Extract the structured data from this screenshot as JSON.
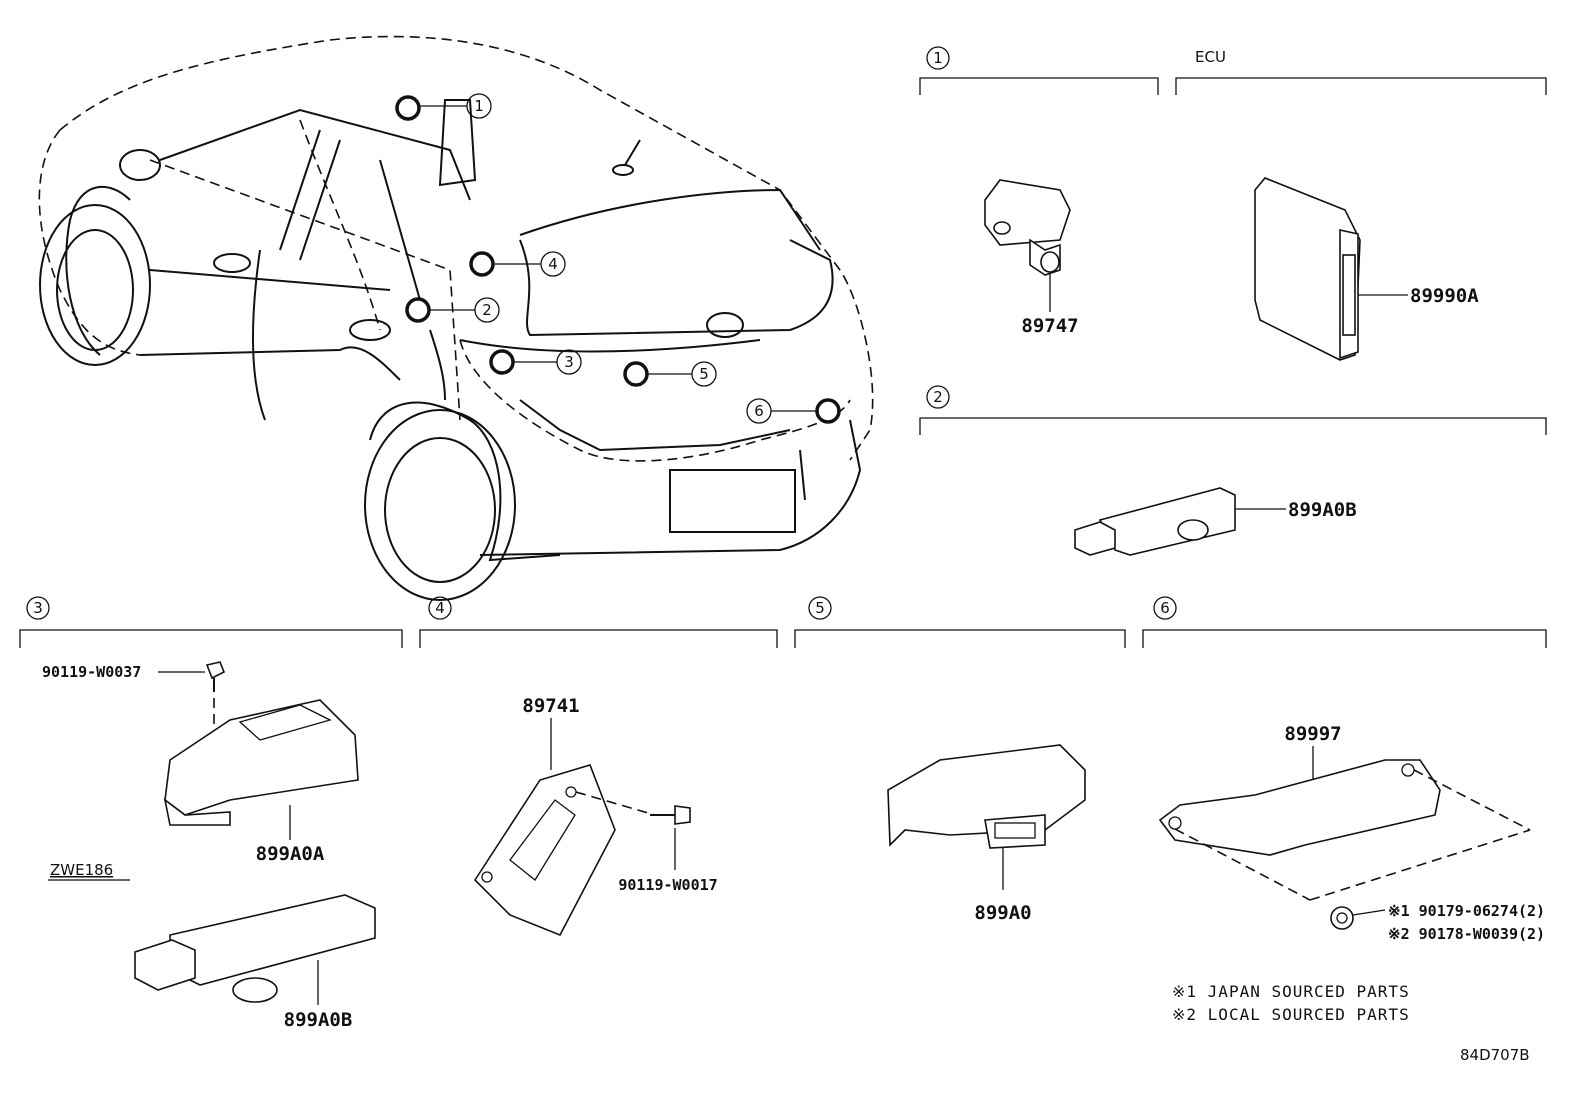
{
  "diagram": {
    "ecu_heading": "ECU",
    "callouts": [
      "1",
      "2",
      "3",
      "4",
      "5",
      "6"
    ],
    "parts": {
      "p89747": "89747",
      "p89990A": "89990A",
      "p899A0B_top": "899A0B",
      "p90119_W0037": "90119-W0037",
      "p899A0A": "899A0A",
      "zwe186": "ZWE186",
      "p899A0B_bottom": "899A0B",
      "p89741": "89741",
      "p90119_W0017": "90119-W0017",
      "p899A0": "899A0",
      "p89997": "89997",
      "p90179": "※1 90179-06274(2)",
      "p90178": "※2 90178-W0039(2)"
    },
    "notes": [
      "※1 JAPAN SOURCED PARTS",
      "※2 LOCAL SOURCED PARTS"
    ],
    "figure_code": "84D707B"
  }
}
